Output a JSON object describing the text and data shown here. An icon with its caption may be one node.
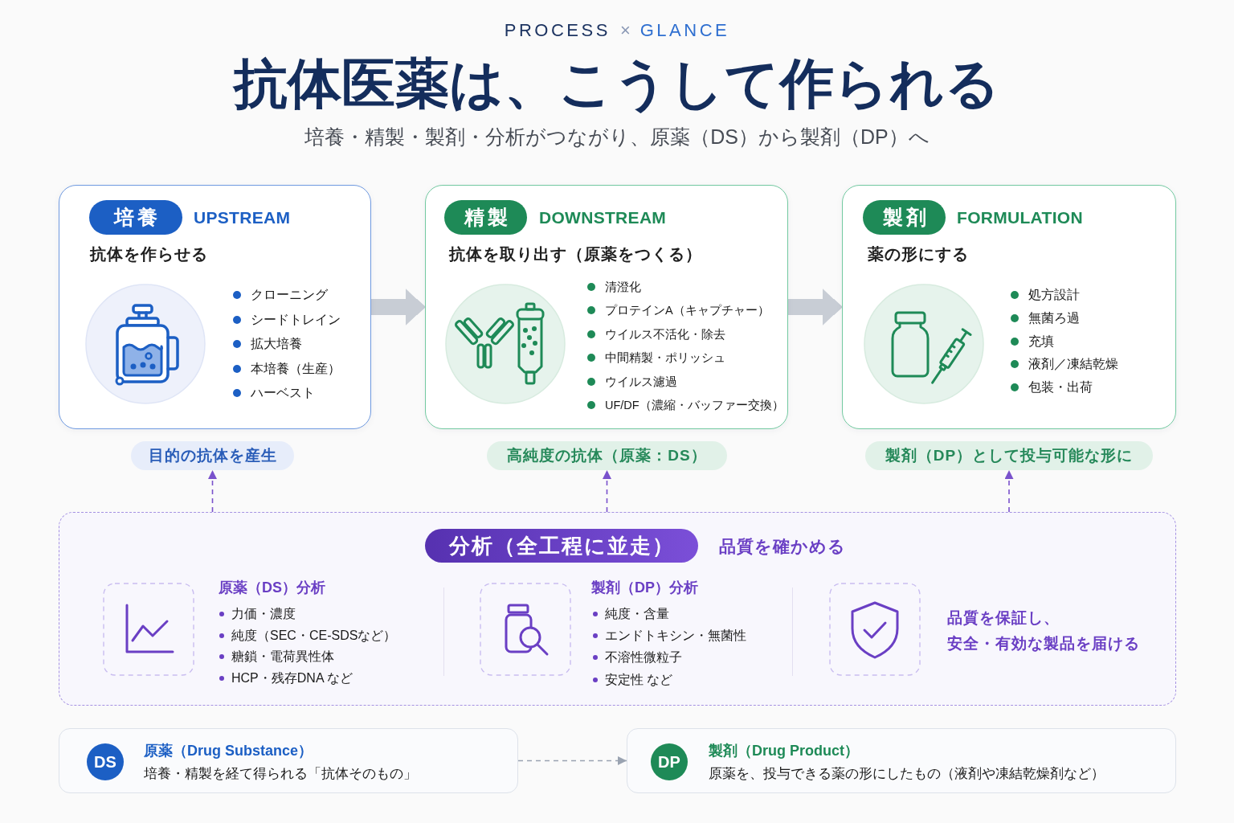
{
  "diagram": {
    "title": "抗体医薬は、こうして作られる",
    "nodes": [
      {
        "text": [
          "UPSTREAM",
          "抗体を作らせる",
          "クローニング",
          "シードトレイン",
          "拡大培養",
          "本培養（生産）",
          "ハーベスト"
        ]
      },
      {
        "text": [
          "培養"
        ],
        "in": 0
      },
      {
        "text": [
          "DOWNSTREAM",
          "抗体を取り出す（原薬をつくる）",
          "清澄化",
          "プロテインA（キャプチャー）",
          "ウイルス不活化・除去",
          "中間精製・ポリッシュ",
          "ウイルス濾過",
          "UF/DF（濃縮・バッファー交換）"
        ]
      },
      {
        "text": [
          "精製"
        ],
        "in": 2
      },
      {
        "text": [
          "FORMULATION",
          "薬の形にする",
          "処方設計",
          "無菌ろ過",
          "充填",
          "液剤／凍結乾燥",
          "包装・出荷"
        ]
      },
      {
        "text": [
          "製剤"
        ],
        "in": 4
      },
      {
        "text": [
          "目的の抗体を産生"
        ]
      },
      {
        "text": [
          "高純度の抗体（原薬：DS）"
        ]
      },
      {
        "text": [
          "製剤（DP）として投与可能な形に"
        ]
      },
      {
        "text": [
          "品質を確かめる",
          "原薬（DS）分析",
          "力価・濃度",
          "純度（SEC・CE-SDSなど）",
          "糖鎖・電荷異性体",
          "HCP・残存DNA など",
          "製剤（DP）分析",
          "純度・含量",
          "エンドトキシン・無菌性",
          "不溶性微粒子",
          "安定性 など",
          "品質を保証し、安全・有効な製品を届ける"
        ]
      },
      {
        "text": [
          "分析（全工程に並走）"
        ],
        "in": 9
      },
      {
        "text": [
          "原薬（Drug Substance）",
          "培養・精製を経て得られる「抗体そのもの」"
        ]
      },
      {
        "text": [
          "DS"
        ],
        "in": 11
      },
      {
        "text": [
          "製剤（Drug Product）",
          "原薬を、投与できる薬の形にしたもの（液剤や凍結乾燥剤など）"
        ]
      },
      {
        "text": [
          "DP"
        ],
        "in": 13
      }
    ],
    "edges": [
      {
        "from": 0,
        "to": 2,
        "arrow": "to",
        "style": "thick",
        "color": "#c8cdd5"
      },
      {
        "from": 2,
        "to": 4,
        "arrow": "to",
        "style": "thick",
        "color": "#c8cdd5"
      },
      {
        "from": 9,
        "to": 6,
        "arrow": "to",
        "style": "dashed"
      },
      {
        "from": 9,
        "to": 7,
        "arrow": "to",
        "style": "dashed"
      },
      {
        "from": 9,
        "to": 8,
        "arrow": "to",
        "style": "dashed"
      },
      {
        "from": 11,
        "to": 13,
        "arrow": "to",
        "style": "dashed",
        "color": "#9aa3b1"
      }
    ],
    "labels": [
      "PROCESS",
      "×",
      "GLANCE",
      "培養・精製・製剤・分析がつながり、原薬（DS）から製剤（DP）へ"
    ]
  }
}
